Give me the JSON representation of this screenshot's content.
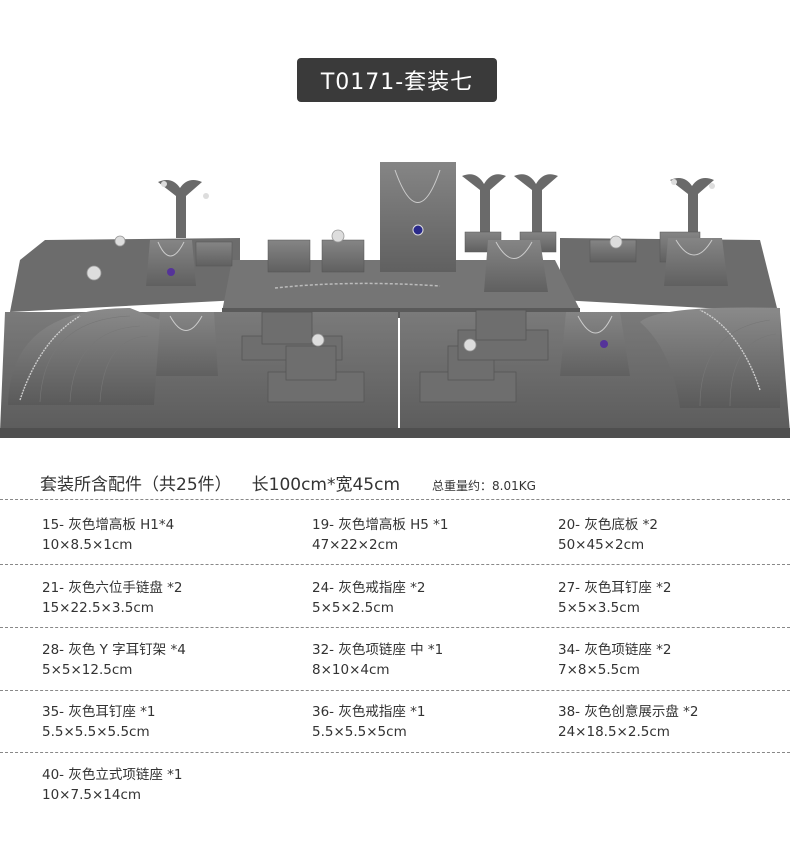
{
  "header": {
    "title": "T0171-套装七"
  },
  "summary": {
    "sets": "套装所含配件（共25件）",
    "size": "长100cm*宽45cm",
    "weight": "总重量约：8.01KG"
  },
  "items": [
    {
      "name": "15- 灰色增高板 H1*4",
      "dim": "10×8.5×1cm"
    },
    {
      "name": "19- 灰色增高板 H5 *1",
      "dim": "47×22×2cm"
    },
    {
      "name": "20- 灰色底板 *2",
      "dim": "50×45×2cm"
    },
    {
      "name": "21- 灰色六位手链盘 *2",
      "dim": "15×22.5×3.5cm"
    },
    {
      "name": "24- 灰色戒指座 *2",
      "dim": "5×5×2.5cm"
    },
    {
      "name": "27- 灰色耳钉座 *2",
      "dim": "5×5×3.5cm"
    },
    {
      "name": "28- 灰色 Y 字耳钉架 *4",
      "dim": "5×5×12.5cm"
    },
    {
      "name": "32- 灰色项链座 中 *1",
      "dim": "8×10×4cm"
    },
    {
      "name": "34- 灰色项链座 *2",
      "dim": "7×8×5.5cm"
    },
    {
      "name": "35- 灰色耳钉座 *1",
      "dim": "5.5×5.5×5.5cm"
    },
    {
      "name": "36- 灰色戒指座 *1",
      "dim": "5.5×5.5×5cm"
    },
    {
      "name": "38- 灰色创意展示盘 *2",
      "dim": "24×18.5×2.5cm"
    },
    {
      "name": "40- 灰色立式项链座 *1",
      "dim": "10×7.5×14cm"
    }
  ],
  "colors": {
    "velvet": "#6e6e6e",
    "badge": "#3a3a3a"
  }
}
